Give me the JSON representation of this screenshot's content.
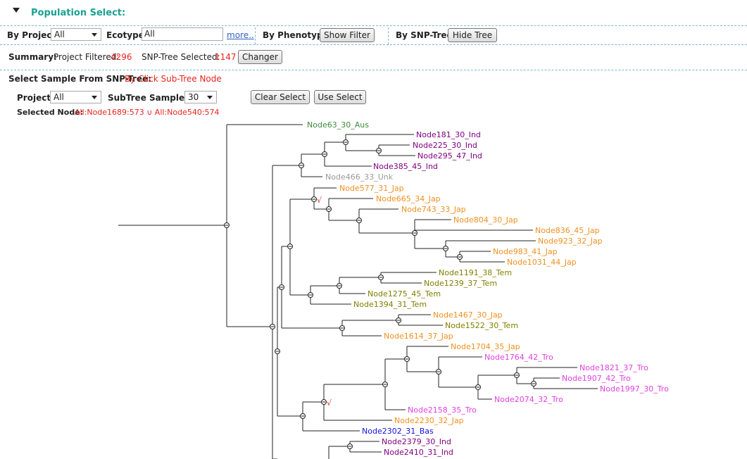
{
  "header": {
    "title": "Population Select:"
  },
  "filters": {
    "project_label": "By Project:",
    "project_value": "All",
    "ecotype_label": "Ecotype:",
    "ecotype_value": "All",
    "more_link": "more..",
    "phenotype_label": "By Phenotype:",
    "show_filter_button": "Show Filter",
    "snptree_label": "By SNP-Tree:",
    "hide_tree_button": "Hide Tree"
  },
  "summary": {
    "label": "Summary:",
    "project_filtered_label": "Project Filtered:",
    "project_filtered_value": "4296",
    "snp_selected_label": "SNP-Tree Selected:",
    "snp_selected_value": "1147",
    "changer_button": "Changer"
  },
  "select_sample": {
    "label": "Select Sample From SNP-Tree:",
    "hint": "By Click Sub-Tree Node",
    "project_label": "Project:",
    "project_value": "All",
    "subtree_label": "SubTree Sample >=",
    "subtree_value": "30",
    "clear_button": "Clear Select",
    "use_button": "Use Select",
    "selected_node_label": "Selected Node:",
    "selected_node_value": "All:Node1689:573 ∪ All:Node540:574"
  },
  "colors": {
    "Aus": "#3c8c3c",
    "Ind": "#800080",
    "Unk": "#999999",
    "Jap": "#f09020",
    "Tem": "#808000",
    "Tro": "#e040e0",
    "Bas": "#1010e0",
    "check": "#e8231c"
  },
  "tree": {
    "labels": [
      {
        "id": "aus63",
        "text": "Node63_30_Aus",
        "group": "Aus"
      },
      {
        "id": "ind181",
        "text": "Node181_30_Ind",
        "group": "Ind"
      },
      {
        "id": "ind225",
        "text": "Node225_30_Ind",
        "group": "Ind"
      },
      {
        "id": "ind295",
        "text": "Node295_47_Ind",
        "group": "Ind"
      },
      {
        "id": "ind385",
        "text": "Node385_45_Ind",
        "group": "Ind"
      },
      {
        "id": "unk466",
        "text": "Node466_33_Unk",
        "group": "Unk"
      },
      {
        "id": "jap577",
        "text": "Node577_31_Jap",
        "group": "Jap"
      },
      {
        "id": "jap665",
        "text": "Node665_34_Jap",
        "group": "Jap"
      },
      {
        "id": "jap743",
        "text": "Node743_33_Jap",
        "group": "Jap"
      },
      {
        "id": "jap804",
        "text": "Node804_30_Jap",
        "group": "Jap"
      },
      {
        "id": "jap836",
        "text": "Node836_45_Jap",
        "group": "Jap"
      },
      {
        "id": "jap923",
        "text": "Node923_32_Jap",
        "group": "Jap"
      },
      {
        "id": "jap983",
        "text": "Node983_41_Jap",
        "group": "Jap"
      },
      {
        "id": "jap1031",
        "text": "Node1031_44_Jap",
        "group": "Jap"
      },
      {
        "id": "tem1191",
        "text": "Node1191_38_Tem",
        "group": "Tem"
      },
      {
        "id": "tem1239",
        "text": "Node1239_37_Tem",
        "group": "Tem"
      },
      {
        "id": "tem1275",
        "text": "Node1275_45_Tem",
        "group": "Tem"
      },
      {
        "id": "tem1394",
        "text": "Node1394_31_Tem",
        "group": "Tem"
      },
      {
        "id": "jap1467",
        "text": "Node1467_30_Jap",
        "group": "Jap"
      },
      {
        "id": "tem1522",
        "text": "Node1522_30_Tem",
        "group": "Tem"
      },
      {
        "id": "jap1614",
        "text": "Node1614_37_Jap",
        "group": "Jap"
      },
      {
        "id": "jap1704",
        "text": "Node1704_35_Jap",
        "group": "Jap"
      },
      {
        "id": "tro1764",
        "text": "Node1764_42_Tro",
        "group": "Tro"
      },
      {
        "id": "tro1821",
        "text": "Node1821_37_Tro",
        "group": "Tro"
      },
      {
        "id": "tro1907",
        "text": "Node1907_42_Tro",
        "group": "Tro"
      },
      {
        "id": "tro1997",
        "text": "Node1997_30_Tro",
        "group": "Tro"
      },
      {
        "id": "tro2074",
        "text": "Node2074_32_Tro",
        "group": "Tro"
      },
      {
        "id": "tro2158",
        "text": "Node2158_35_Tro",
        "group": "Tro"
      },
      {
        "id": "jap2230",
        "text": "Node2230_32_Jap",
        "group": "Jap"
      },
      {
        "id": "bas2302",
        "text": "Node2302_31_Bas",
        "group": "Bas"
      },
      {
        "id": "ind2379",
        "text": "Node2379_30_Ind",
        "group": "Ind"
      },
      {
        "id": "ind2410",
        "text": "Node2410_31_Ind",
        "group": "Ind"
      }
    ],
    "check_mark": "√"
  }
}
